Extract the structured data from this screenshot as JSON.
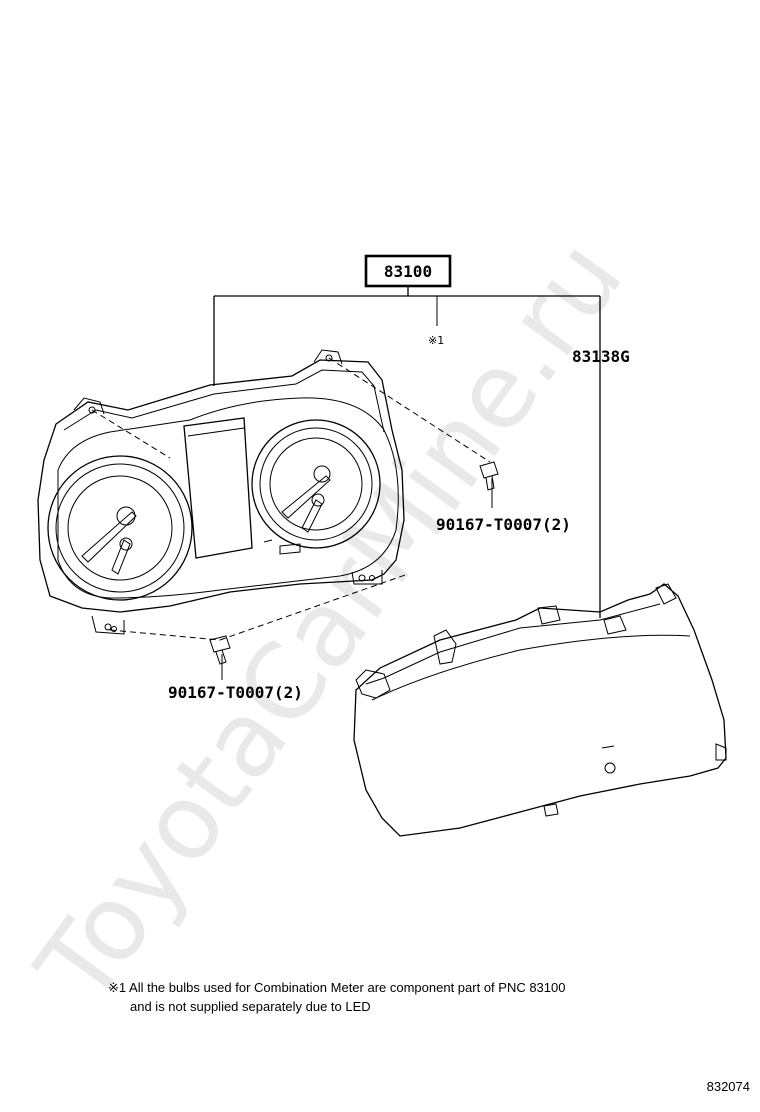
{
  "watermark": "ToyotaCarMine.ru",
  "parts": {
    "main_assembly": "83100",
    "lens_cover": "83138G",
    "screw_upper": "90167-T0007(2)",
    "screw_lower": "90167-T0007(2)"
  },
  "reference_mark": "※1",
  "note": {
    "line1": "※1 All the bulbs used for Combination Meter are component part of PNC 83100",
    "line2": "and is not supplied separately due to LED"
  },
  "figure_number": "832074"
}
